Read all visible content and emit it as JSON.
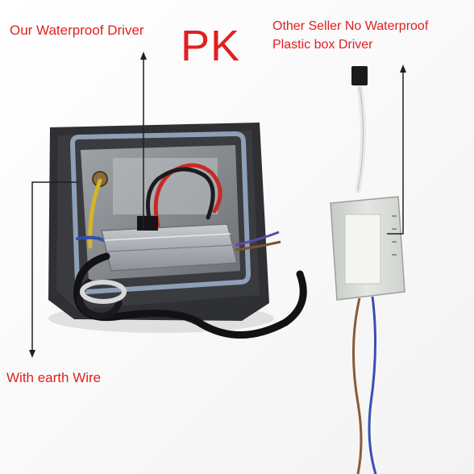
{
  "labels": {
    "our_driver": "Our Waterproof Driver",
    "pk": "PK",
    "other_line1": "Other Seller No Waterproof",
    "other_line2": "Plastic box Driver",
    "earth_wire": "With earth Wire"
  },
  "colors": {
    "accent_text": "#e02020",
    "background": "#ffffff",
    "box_dark": "#2f3033",
    "plastic_driver": "#d8dbd6"
  },
  "icons": [
    "arrow-up-icon",
    "arrow-down-icon"
  ]
}
